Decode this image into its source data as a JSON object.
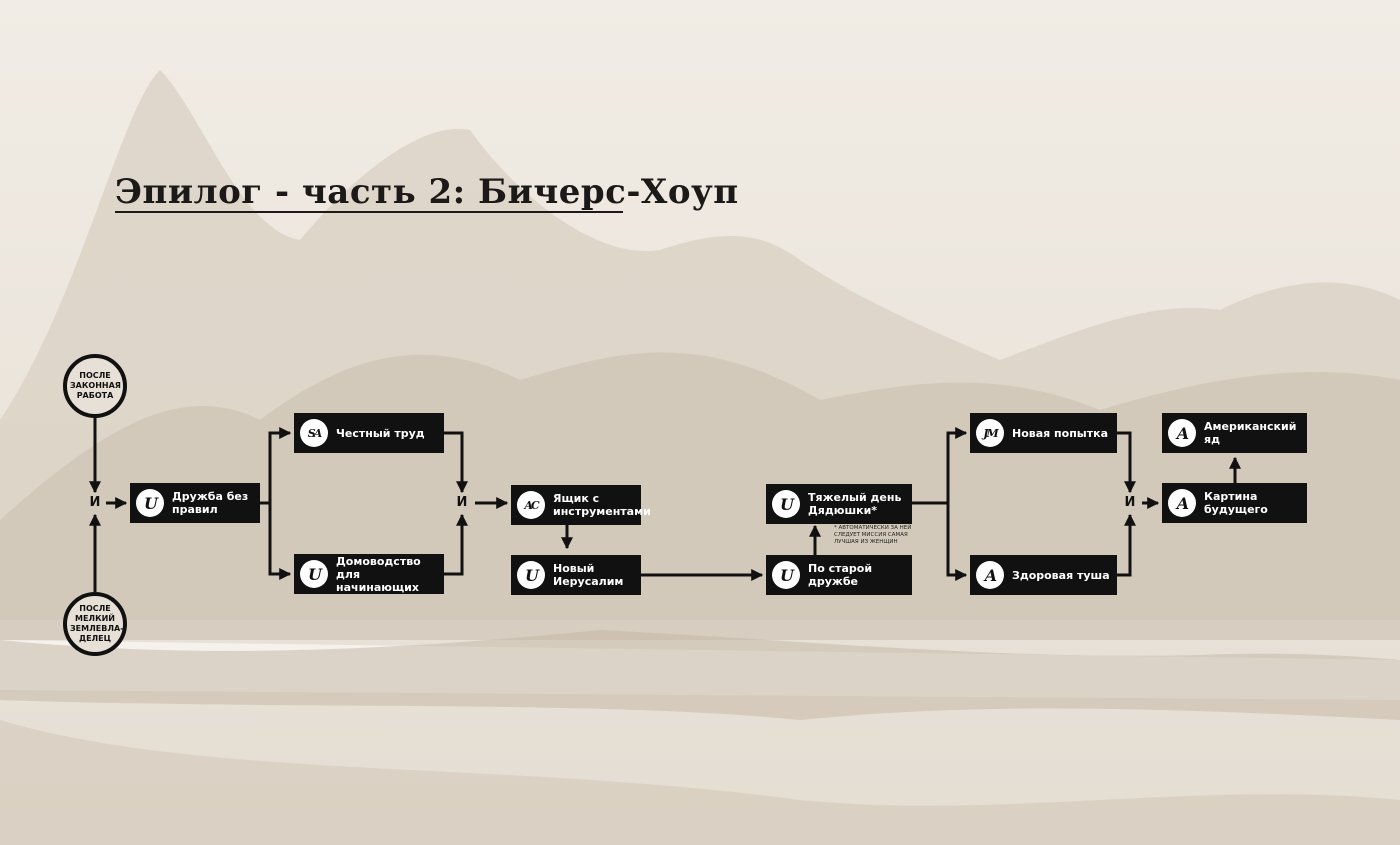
{
  "title": "Эпилог - часть 2: Бичерс-Хоуп",
  "prerequisites": [
    {
      "id": "p1",
      "text": "После\nЗаконная\nработа"
    },
    {
      "id": "p2",
      "text": "После\nМелкий\nземлевла-\nделец"
    }
  ],
  "and_label": "и",
  "missions": [
    {
      "id": "m1",
      "icon": "U",
      "label": "Дружба без\nправил"
    },
    {
      "id": "m2",
      "icon": "SA",
      "label": "Честный труд"
    },
    {
      "id": "m3",
      "icon": "U",
      "label": "Домоводство для\nначинающих"
    },
    {
      "id": "m4",
      "icon": "AC",
      "label": "Ящик с\nинструментами"
    },
    {
      "id": "m5",
      "icon": "U",
      "label": "Новый\nИерусалим"
    },
    {
      "id": "m6",
      "icon": "U",
      "label": "Тяжелый день\nДядюшки*"
    },
    {
      "id": "m7",
      "icon": "U",
      "label": "По старой дружбе"
    },
    {
      "id": "m8",
      "icon": "JM",
      "label": "Новая попытка"
    },
    {
      "id": "m9",
      "icon": "A",
      "label": "Здоровая туша"
    },
    {
      "id": "m10",
      "icon": "A",
      "label": "Картина\nбудущего"
    },
    {
      "id": "m11",
      "icon": "A",
      "label": "Американский яд"
    }
  ],
  "footnote": "* Автоматически за ней\nследует миссия Самая\nлучшая из женщин"
}
